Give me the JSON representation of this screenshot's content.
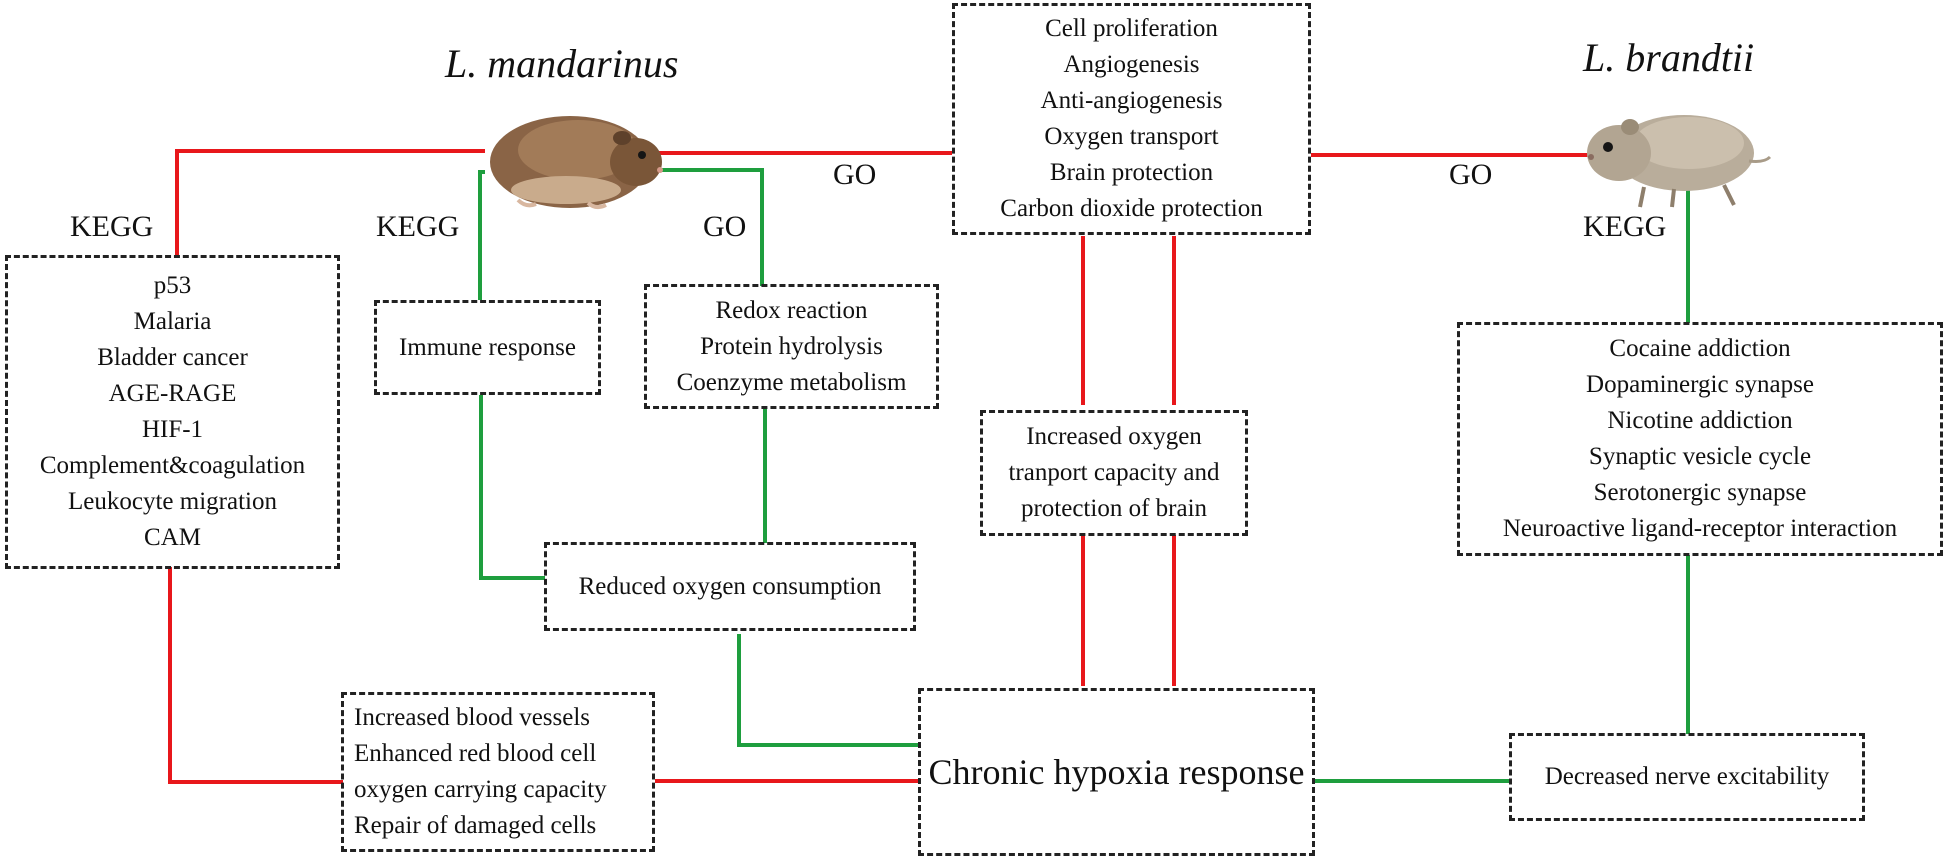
{
  "species": {
    "left": "L. mandarinus",
    "right": "L. brandtii"
  },
  "link_labels": {
    "kegg_left": "KEGG",
    "kegg_mid": "KEGG",
    "go_mid": "GO",
    "go_center": "GO",
    "go_right": "GO",
    "kegg_right": "KEGG"
  },
  "boxes": {
    "kegg_pathways": [
      "p53",
      "Malaria",
      "Bladder cancer",
      "AGE-RAGE",
      "HIF-1",
      "Complement&coagulation",
      "Leukocyte migration",
      "CAM"
    ],
    "immune": [
      "Immune response"
    ],
    "go_processes": [
      "Redox reaction",
      "Protein hydrolysis",
      "Coenzyme metabolism"
    ],
    "go_terms_top": [
      "Cell proliferation",
      "Angiogenesis",
      "Anti-angiogenesis",
      "Oxygen transport",
      "Brain protection",
      "Carbon dioxide protection"
    ],
    "oxygen_transport": [
      "Increased oxygen",
      "tranport capacity and",
      "protection of brain"
    ],
    "reduced_oxygen": [
      "Reduced oxygen consumption"
    ],
    "blood_vessels": [
      "Increased blood vessels",
      "Enhanced red blood cell",
      "oxygen carrying capacity",
      "Repair of damaged cells"
    ],
    "hypoxia": [
      "Chronic hypoxia response"
    ],
    "neuro_pathways": [
      "Cocaine addiction",
      "Dopaminergic synapse",
      "Nicotine addiction",
      "Synaptic vesicle cycle",
      "Serotonergic synapse",
      "Neuroactive ligand-receptor interaction"
    ],
    "nerve": [
      "Decreased nerve excitability"
    ]
  },
  "colors": {
    "red_link": "#e8171b",
    "green_link": "#1e9e3e",
    "border": "#222222"
  },
  "icons": {
    "left_animal": "mandarin-vole-photo",
    "right_animal": "brandts-vole-photo"
  }
}
